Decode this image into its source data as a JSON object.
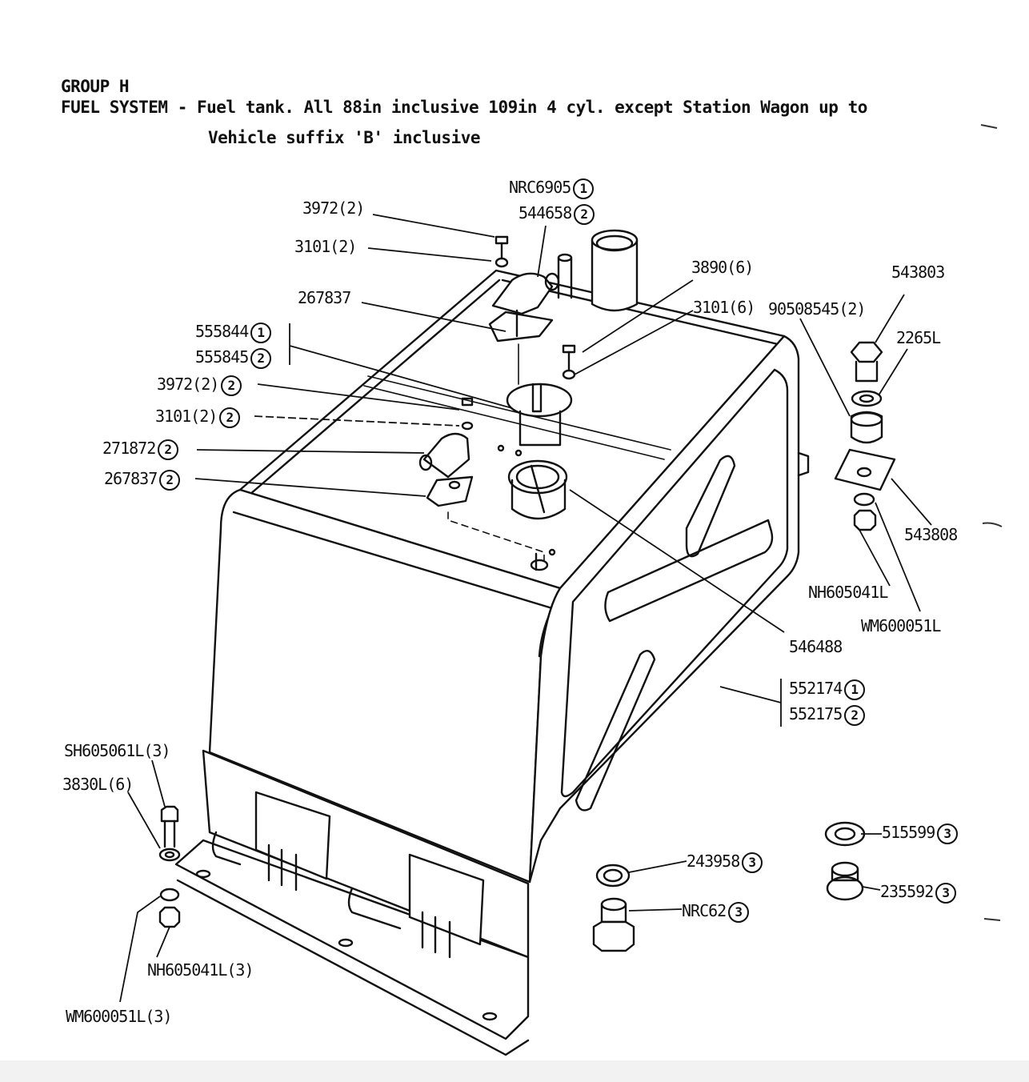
{
  "header": {
    "group": "GROUP H",
    "line1": "FUEL SYSTEM - Fuel tank. All 88in inclusive 109in 4 cyl. except Station Wagon up to",
    "line2": "Vehicle suffix 'B' inclusive"
  },
  "labels": {
    "nrc6905": {
      "text": "NRC6905",
      "ref": "1"
    },
    "p544658": {
      "text": "544658",
      "ref": "2"
    },
    "p3972a": {
      "text": "3972(2)"
    },
    "p3101a": {
      "text": "3101(2)"
    },
    "p267837a": {
      "text": "267837"
    },
    "p555844": {
      "text": "555844",
      "ref": "1"
    },
    "p555845": {
      "text": "555845",
      "ref": "2"
    },
    "p3972b": {
      "text": "3972(2)",
      "ref": "2"
    },
    "p3101b": {
      "text": "3101(2)",
      "ref": "2"
    },
    "p271872": {
      "text": "271872",
      "ref": "2"
    },
    "p267837b": {
      "text": "267837",
      "ref": "2"
    },
    "p3890": {
      "text": "3890(6)"
    },
    "p3101c": {
      "text": "3101(6)"
    },
    "p90508545": {
      "text": "90508545(2)"
    },
    "p543803": {
      "text": "543803"
    },
    "p2265l": {
      "text": "2265L"
    },
    "p543808": {
      "text": "543808"
    },
    "pnh605041l": {
      "text": "NH605041L"
    },
    "pwm600051l": {
      "text": "WM600051L"
    },
    "p546488": {
      "text": "546488"
    },
    "p552174": {
      "text": "552174",
      "ref": "1"
    },
    "p552175": {
      "text": "552175",
      "ref": "2"
    },
    "psh605061l": {
      "text": "SH605061L(3)"
    },
    "p3830l": {
      "text": "3830L(6)"
    },
    "pnh605041l3": {
      "text": "NH605041L(3)"
    },
    "pwm600051l3": {
      "text": "WM600051L(3)"
    },
    "p515599": {
      "text": "515599",
      "ref": "3"
    },
    "p235592": {
      "text": "235592",
      "ref": "3"
    },
    "p243958": {
      "text": "243958",
      "ref": "3"
    },
    "pnrc62": {
      "text": "NRC62",
      "ref": "3"
    }
  }
}
